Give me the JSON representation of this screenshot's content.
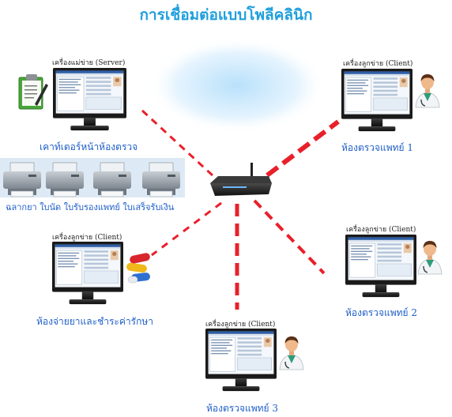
{
  "title": "การเชื่อมต่อแบบโพลีคลินิก",
  "server": {
    "label": "เครื่องแม่ข่าย (Server)",
    "room": "เคาท์เตอร์หน้าห้องตรวจ"
  },
  "clients": [
    {
      "label": "เครื่องลูกข่าย (Client)",
      "room": "ห้องตรวจแพทย์ 1"
    },
    {
      "label": "เครื่องลูกข่าย (Client)",
      "room": "ห้องตรวจแพทย์ 2"
    },
    {
      "label": "เครื่องลูกข่าย (Client)",
      "room": "ห้องตรวจแพทย์ 3"
    },
    {
      "label": "เครื่องลูกข่าย (Client)",
      "room": "ห้องจ่ายยาและชำระค่ารักษา"
    }
  ],
  "printers_caption": "ฉลากยา ใบนัด ใบรับรองแพทย์ ใบเสร็จรับเงิน",
  "colors": {
    "title": "#1f9fdc",
    "link": "#e8202a",
    "room_text": "#1f5fc8",
    "printer_panel": "#dde9f5"
  },
  "icons": [
    "clipboard-icon",
    "printer-icon",
    "router-icon",
    "doctor-icon",
    "pills-icon",
    "monitor-icon"
  ]
}
